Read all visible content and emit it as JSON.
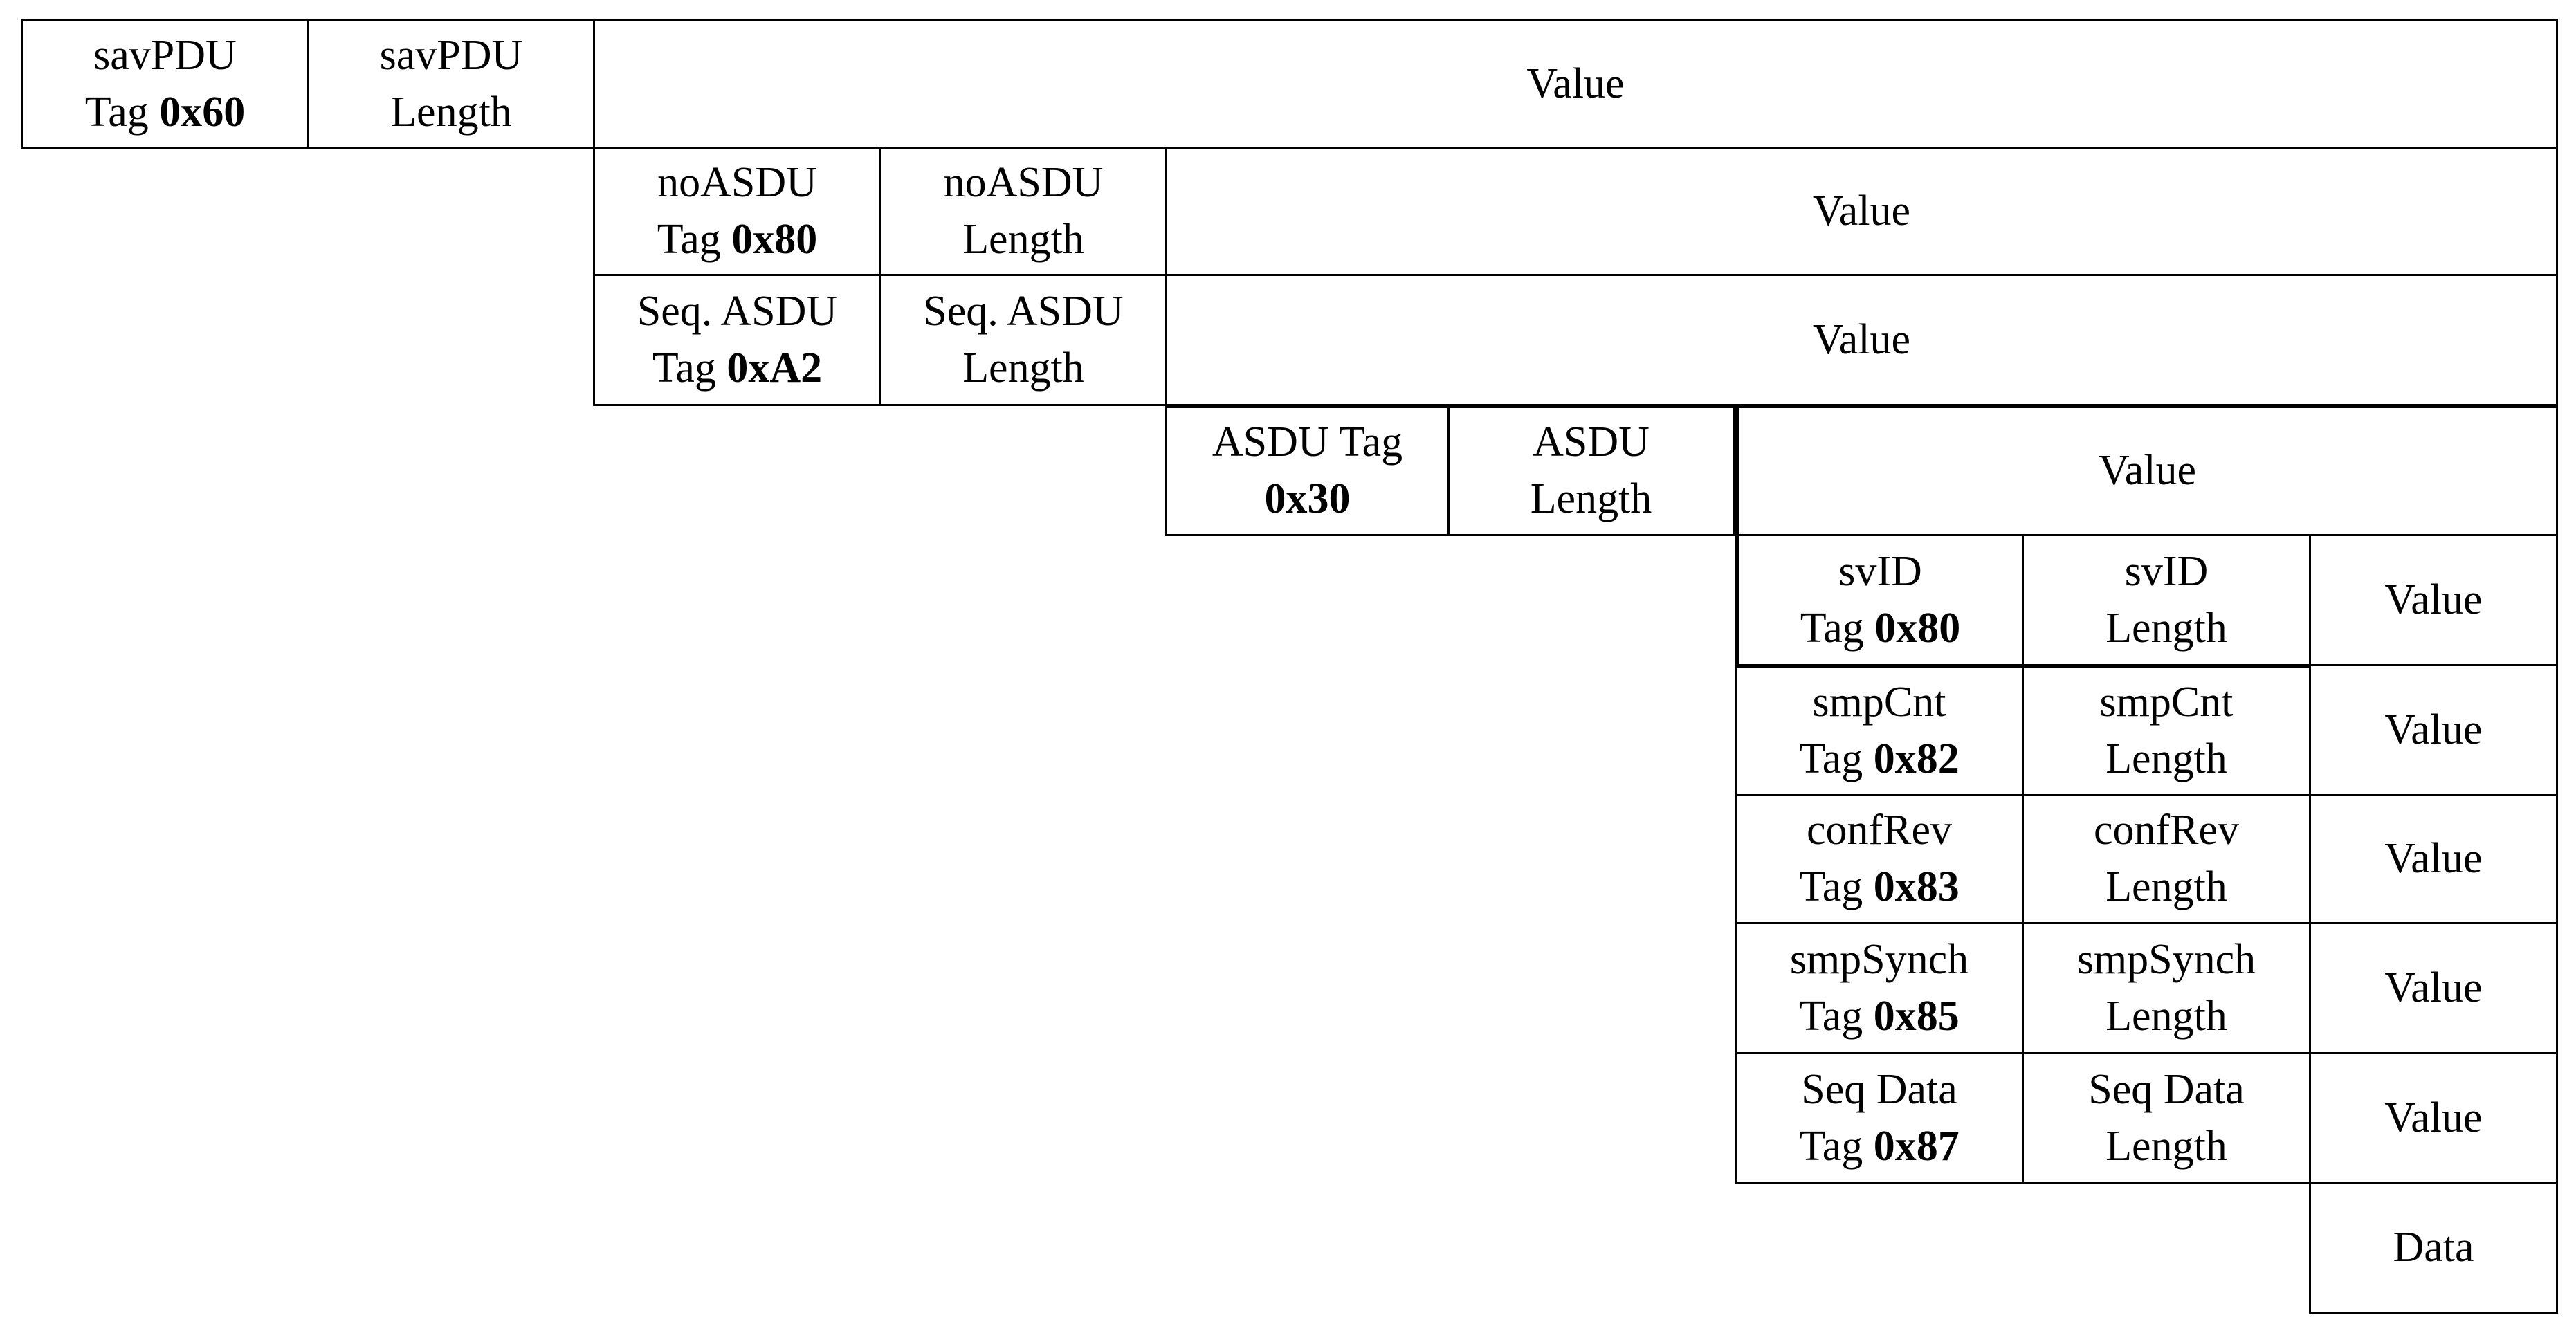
{
  "diagram": {
    "title": "",
    "cells": {
      "savpdu_tag": {
        "lines": [
          [
            "savPDU",
            ""
          ],
          [
            "Tag ",
            "0x60"
          ]
        ]
      },
      "savpdu_len": {
        "lines": [
          [
            "savPDU",
            ""
          ],
          [
            "Length",
            ""
          ]
        ]
      },
      "savpdu_val": {
        "lines": [
          [
            "Value",
            ""
          ]
        ]
      },
      "noasdu_tag": {
        "lines": [
          [
            "noASDU",
            ""
          ],
          [
            "Tag ",
            "0x80"
          ]
        ]
      },
      "noasdu_len": {
        "lines": [
          [
            "noASDU",
            ""
          ],
          [
            "Length",
            ""
          ]
        ]
      },
      "noasdu_val": {
        "lines": [
          [
            "Value",
            ""
          ]
        ]
      },
      "seqasdu_tag": {
        "lines": [
          [
            "Seq. ASDU",
            ""
          ],
          [
            "Tag ",
            "0xA2"
          ]
        ]
      },
      "seqasdu_len": {
        "lines": [
          [
            "Seq. ASDU",
            ""
          ],
          [
            "Length",
            ""
          ]
        ]
      },
      "seqasdu_val": {
        "lines": [
          [
            "Value",
            ""
          ]
        ]
      },
      "asdu_tag": {
        "lines": [
          [
            "ASDU Tag",
            ""
          ],
          [
            "",
            "0x30"
          ]
        ]
      },
      "asdu_len": {
        "lines": [
          [
            "ASDU",
            ""
          ],
          [
            "Length",
            ""
          ]
        ]
      },
      "asdu_val": {
        "lines": [
          [
            "Value",
            ""
          ]
        ]
      },
      "svid_tag": {
        "lines": [
          [
            "svID",
            ""
          ],
          [
            "Tag ",
            "0x80"
          ]
        ]
      },
      "svid_len": {
        "lines": [
          [
            "svID",
            ""
          ],
          [
            "Length",
            ""
          ]
        ]
      },
      "svid_val": {
        "lines": [
          [
            "Value",
            ""
          ]
        ]
      },
      "smpcnt_tag": {
        "lines": [
          [
            "smpCnt",
            ""
          ],
          [
            "Tag ",
            "0x82"
          ]
        ]
      },
      "smpcnt_len": {
        "lines": [
          [
            "smpCnt",
            ""
          ],
          [
            "Length",
            ""
          ]
        ]
      },
      "smpcnt_val": {
        "lines": [
          [
            "Value",
            ""
          ]
        ]
      },
      "confrev_tag": {
        "lines": [
          [
            "confRev",
            ""
          ],
          [
            "Tag ",
            "0x83"
          ]
        ]
      },
      "confrev_len": {
        "lines": [
          [
            "confRev",
            ""
          ],
          [
            "Length",
            ""
          ]
        ]
      },
      "confrev_val": {
        "lines": [
          [
            "Value",
            ""
          ]
        ]
      },
      "smpsynch_tag": {
        "lines": [
          [
            "smpSynch",
            ""
          ],
          [
            "Tag ",
            "0x85"
          ]
        ]
      },
      "smpsynch_len": {
        "lines": [
          [
            "smpSynch",
            ""
          ],
          [
            "Length",
            ""
          ]
        ]
      },
      "smpsynch_val": {
        "lines": [
          [
            "Value",
            ""
          ]
        ]
      },
      "seqdata_tag": {
        "lines": [
          [
            "Seq Data",
            ""
          ],
          [
            "Tag ",
            "0x87"
          ]
        ]
      },
      "seqdata_len": {
        "lines": [
          [
            "Seq Data",
            ""
          ],
          [
            "Length",
            ""
          ]
        ]
      },
      "seqdata_val": {
        "lines": [
          [
            "Value",
            ""
          ]
        ]
      },
      "data": {
        "lines": [
          [
            "Data",
            ""
          ]
        ]
      }
    }
  }
}
